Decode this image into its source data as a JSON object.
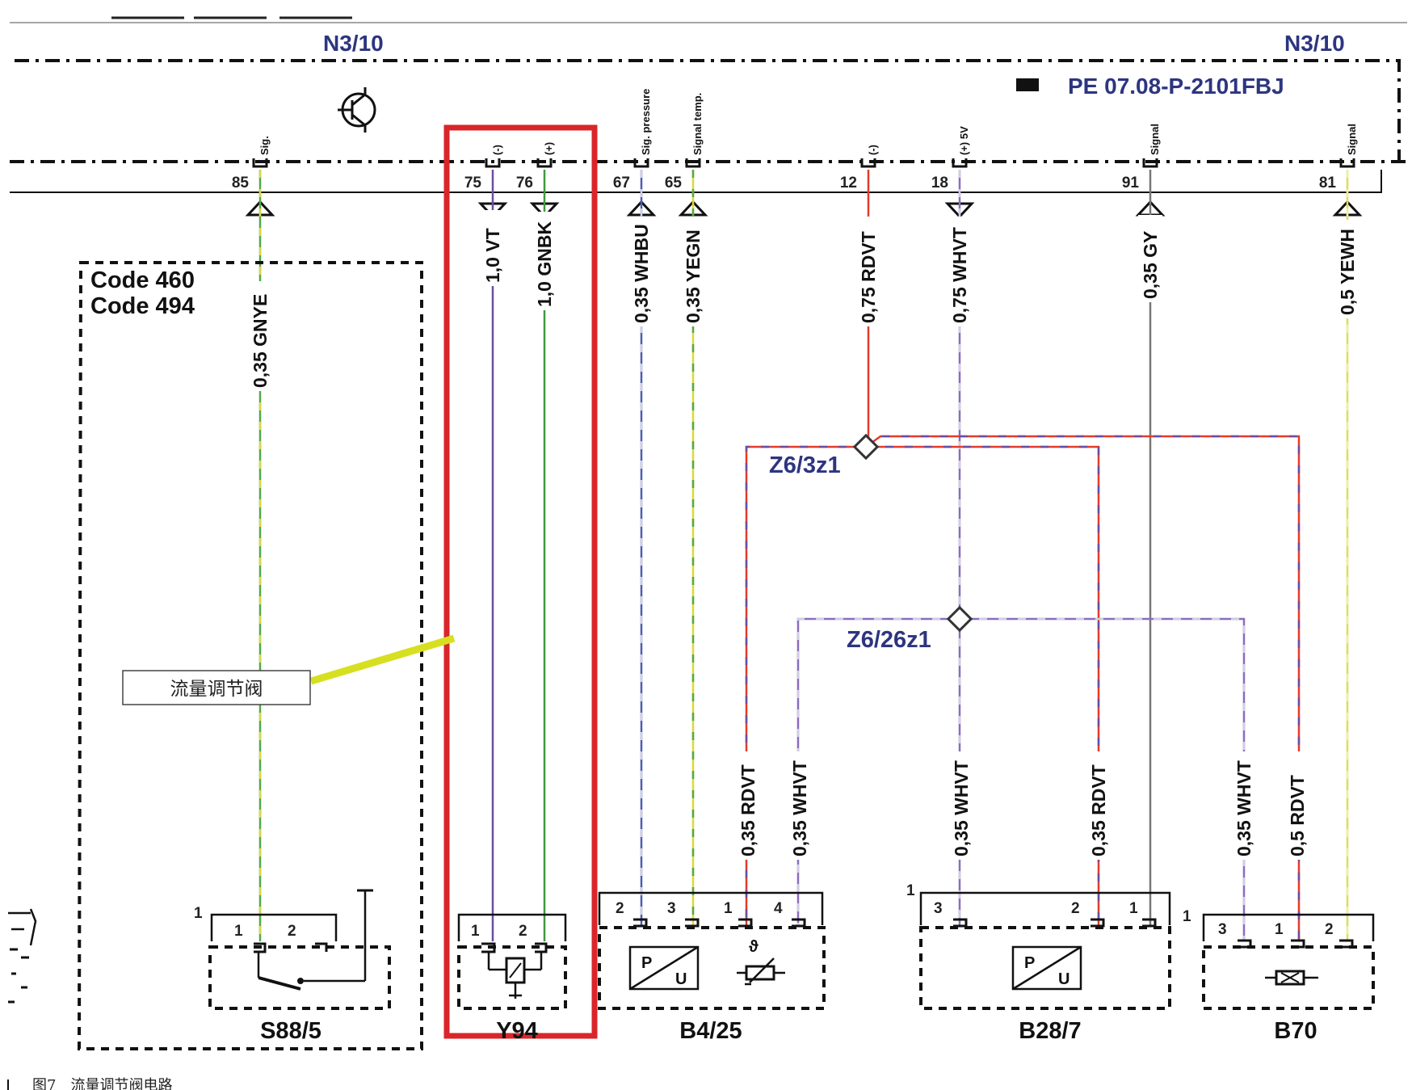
{
  "module": {
    "id_left": "N3/10",
    "id_right": "N3/10",
    "reference": "PE 07.08-P-2101FBJ"
  },
  "pins": [
    {
      "num": "85",
      "signal": "Sig.",
      "wire": "0,35 GNYE",
      "color": "#55a84a",
      "color2": "#d7d84a",
      "arrow": "up"
    },
    {
      "num": "75",
      "signal": "(-)",
      "wire": "1,0 VT",
      "color": "#6a4fa0",
      "color2": "",
      "arrow": "down"
    },
    {
      "num": "76",
      "signal": "(+)",
      "wire": "1,0 GNBK",
      "color": "#3e9a3e",
      "color2": "",
      "arrow": "down"
    },
    {
      "num": "67",
      "signal": "Sig. pressure",
      "wire": "0,35 WHBU",
      "color": "#4a5fb0",
      "color2": "#d0d0e0",
      "arrow": "up"
    },
    {
      "num": "65",
      "signal": "Signal temp.",
      "wire": "0,35 YEGN",
      "color": "#d9d93a",
      "color2": "#55a84a",
      "arrow": "up"
    },
    {
      "num": "12",
      "signal": "(-)",
      "wire": "0,75 RDVT",
      "color": "#e43a2a",
      "color2": "",
      "arrow": "none"
    },
    {
      "num": "18",
      "signal": "(+) 5V",
      "wire": "0,75 WHVT",
      "color": "#8a6cc0",
      "color2": "#cfcfe0",
      "arrow": "down"
    },
    {
      "num": "91",
      "signal": "Signal",
      "wire": "0,35 GY",
      "color": "#777777",
      "color2": "",
      "arrow": "up"
    },
    {
      "num": "81",
      "signal": "Signal",
      "wire": "0,5 YEWH",
      "color": "#dede55",
      "color2": "#eeeeaa",
      "arrow": "up"
    }
  ],
  "code_box": {
    "line1": "Code 460",
    "line2": "Code 494"
  },
  "splices": {
    "upper": "Z6/3z1",
    "lower": "Z6/26z1"
  },
  "branch_wires": {
    "b425_rdvt": "0,35 RDVT",
    "b425_whvt": "0,35 WHVT",
    "b287_whvt": "0,35 WHVT",
    "b287_rdvt": "0,35 RDVT",
    "b70_whvt": "0,35 WHVT",
    "b70_rdvt": "0,5 RDVT"
  },
  "components": {
    "s88": {
      "name": "S88/5",
      "corner": "1",
      "pins": [
        "1",
        "2"
      ]
    },
    "y94": {
      "name": "Y94",
      "pins": [
        "1",
        "2"
      ]
    },
    "b425": {
      "name": "B4/25",
      "pins": [
        "2",
        "3",
        "1",
        "4"
      ],
      "sensor_p": "P",
      "sensor_u": "U",
      "theta": "ϑ"
    },
    "b287": {
      "name": "B28/7",
      "corner": "1",
      "pins": [
        "3",
        "2",
        "1"
      ],
      "sensor_p": "P",
      "sensor_u": "U"
    },
    "b70": {
      "name": "B70",
      "corner": "1",
      "pins": [
        "3",
        "1",
        "2"
      ]
    }
  },
  "callout": "流量调节阀",
  "caption": "图7　流量调节阀电路",
  "colors": {
    "highlight": "#d8262a",
    "callout_line": "#d6e020",
    "header_text": "#2d3580"
  }
}
